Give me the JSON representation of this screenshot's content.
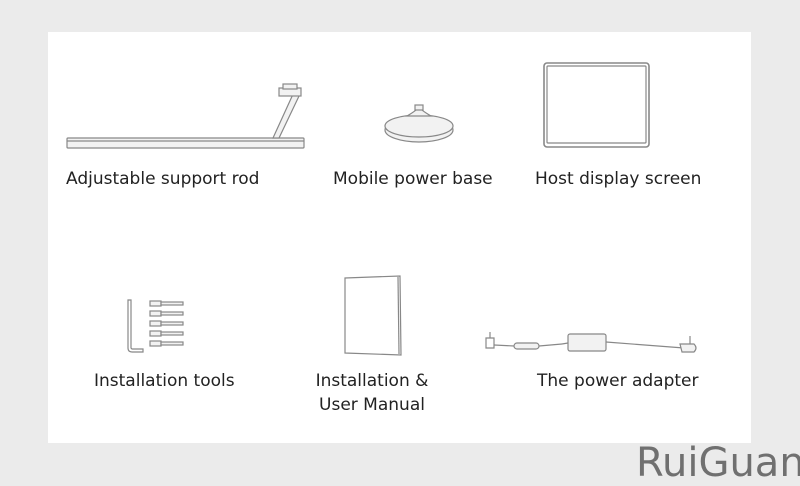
{
  "items": [
    {
      "label": "Adjustable support rod"
    },
    {
      "label": "Mobile power base"
    },
    {
      "label": "Host display screen"
    },
    {
      "label": "Installation tools"
    },
    {
      "label_line1": "Installation &",
      "label_line2": "User Manual"
    },
    {
      "label": "The power adapter"
    }
  ],
  "watermark": "RuiGuan"
}
